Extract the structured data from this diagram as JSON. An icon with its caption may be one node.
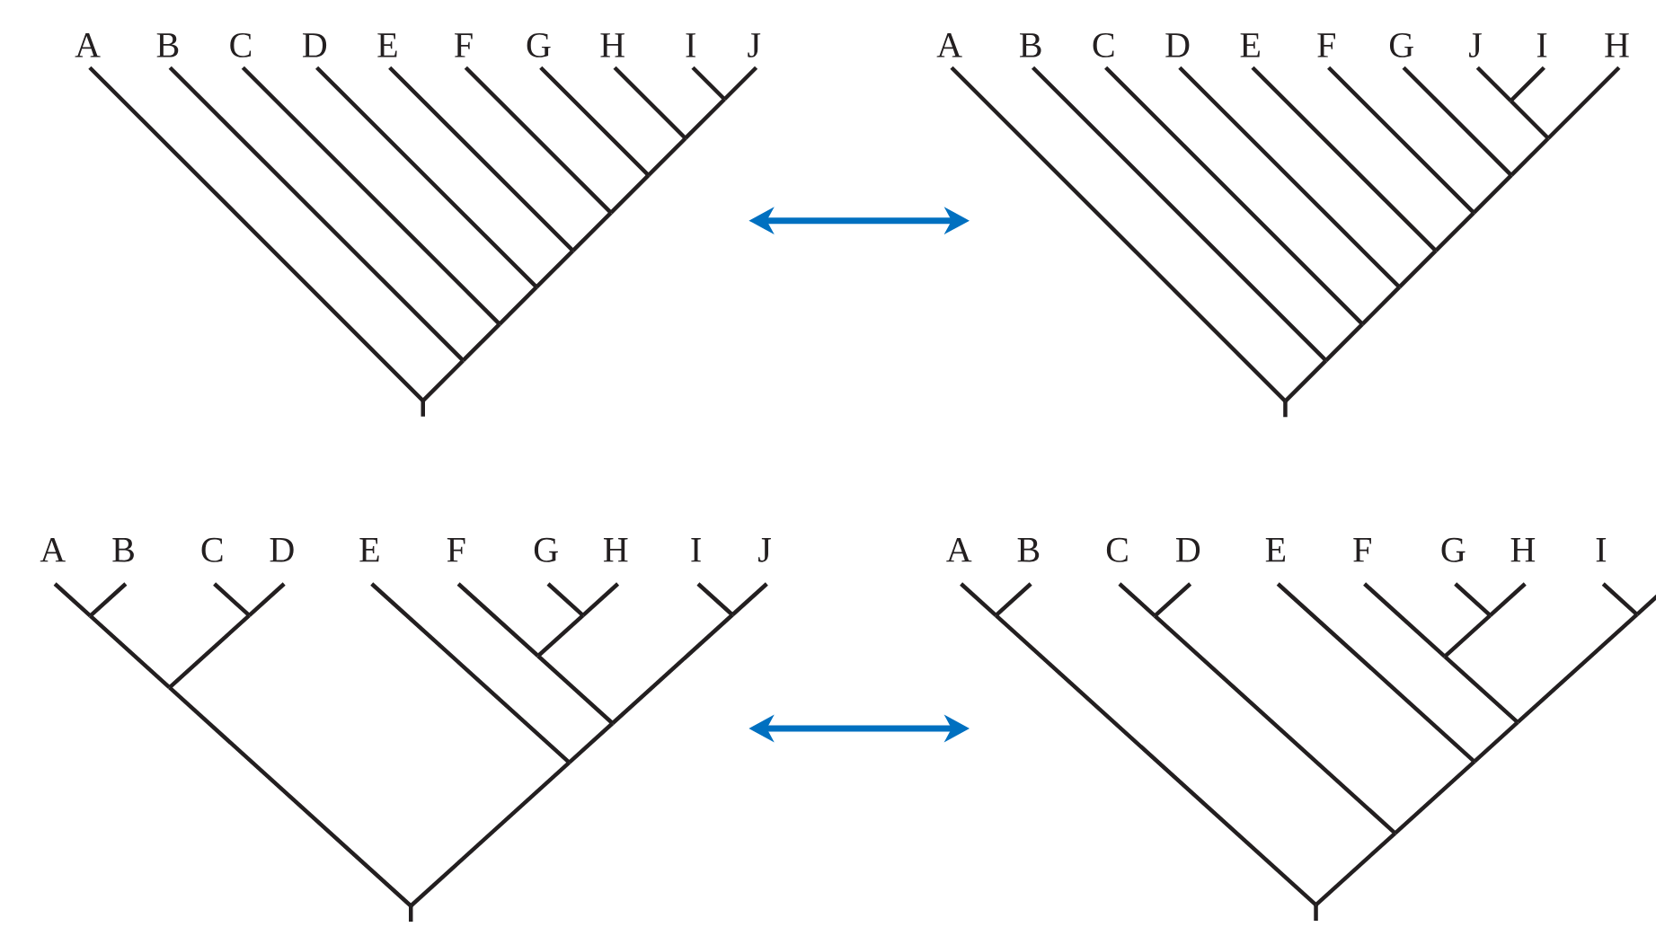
{
  "diagram": {
    "nodes": [
      {
        "text": [
          "A",
          "B",
          "C",
          "D",
          "E",
          "F",
          "G",
          "H",
          "I",
          "J"
        ]
      },
      {
        "text": [
          "A",
          "B",
          "C",
          "D",
          "E",
          "F",
          "G",
          "J",
          "I",
          "H"
        ]
      },
      {
        "text": [
          "A",
          "B",
          "C",
          "D",
          "E",
          "F",
          "G",
          "H",
          "I",
          "J"
        ]
      },
      {
        "text": [
          "A",
          "B",
          "C",
          "D",
          "E",
          "F",
          "G",
          "H",
          "I"
        ]
      }
    ],
    "edges": [
      {
        "from": 0,
        "to": 1,
        "arrow": "both"
      },
      {
        "from": 2,
        "to": 3,
        "arrow": "both"
      }
    ]
  }
}
